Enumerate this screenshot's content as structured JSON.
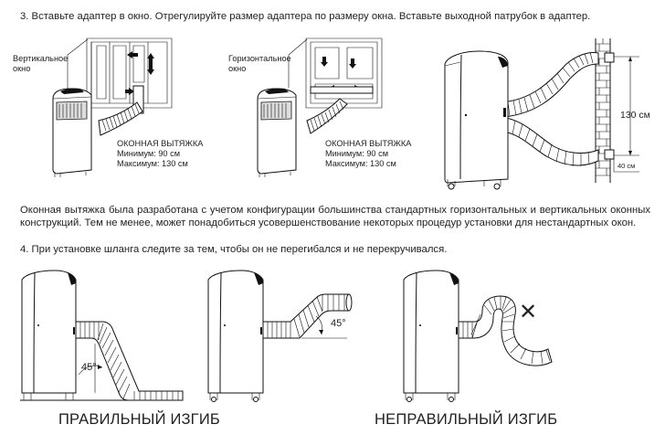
{
  "step3_text": "3. Вставьте адаптер в окно. Отрегулируйте размер адаптера по размеру окна. Вставьте выходной патрубок в адаптер.",
  "fig1": {
    "window_label_line1": "Вертикальное",
    "window_label_line2": "окно",
    "exhaust_title": "ОКОННАЯ ВЫТЯЖКА",
    "min": "Минимум: 90 см",
    "max": "Максимум: 130 см"
  },
  "fig2": {
    "window_label_line1": "Горизонтальное",
    "window_label_line2": "окно",
    "exhaust_title": "ОКОННАЯ ВЫТЯЖКА",
    "min": "Минимум: 90 см",
    "max": "Максимум: 130 см"
  },
  "fig3": {
    "height_label": "130 см",
    "gap_label": "40 см"
  },
  "paragraph": "Оконная вытяжка была разработана с учетом конфигурации большинства стандартных горизонтальных и вертикальных оконных конструкций. Тем не менее, может понадобиться усовершенствование некоторых процедур установки для нестандартных окон.",
  "step4_text": "4. При установке шланга следите за тем, чтобы он не перегибался и не перекручивался.",
  "bend1_angle": "45°",
  "bend2_angle": "45°",
  "wrong_mark": "✕",
  "caption_correct": "ПРАВИЛЬНЫЙ ИЗГИБ",
  "caption_wrong": "НЕПРАВИЛЬНЫЙ ИЗГИБ"
}
